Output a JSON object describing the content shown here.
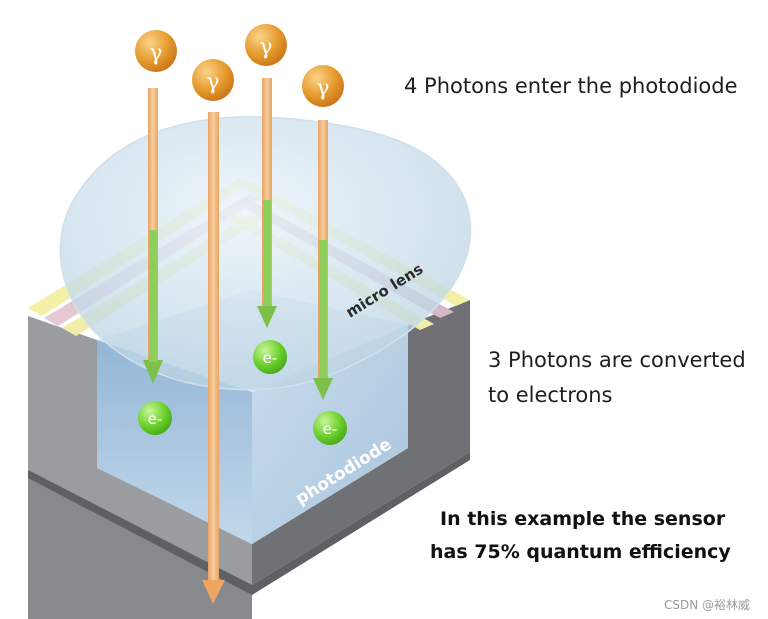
{
  "annotations": {
    "photons_enter": "4 Photons enter the photodiode",
    "converted_line1": "3 Photons are converted",
    "converted_line2": "to electrons",
    "efficiency_line1": "In this example the sensor",
    "efficiency_line2": "has  75% quantum efficiency"
  },
  "labels": {
    "micro_lens": "micro lens",
    "photodiode": "photodiode",
    "photon_symbol": "γ",
    "electron_symbol": "e-"
  },
  "watermark": "CSDN @裕林威",
  "colors": {
    "photon_ball": "#e8a33a",
    "photon_arrow": "#f0b67a",
    "conversion_arrow": "#7cc04a",
    "electron_ball": "#6ccf2e",
    "photodiode_front": "#a6c6e0",
    "sensor_body": "#8a8c90",
    "micro_lens": "#cfe0ec"
  }
}
